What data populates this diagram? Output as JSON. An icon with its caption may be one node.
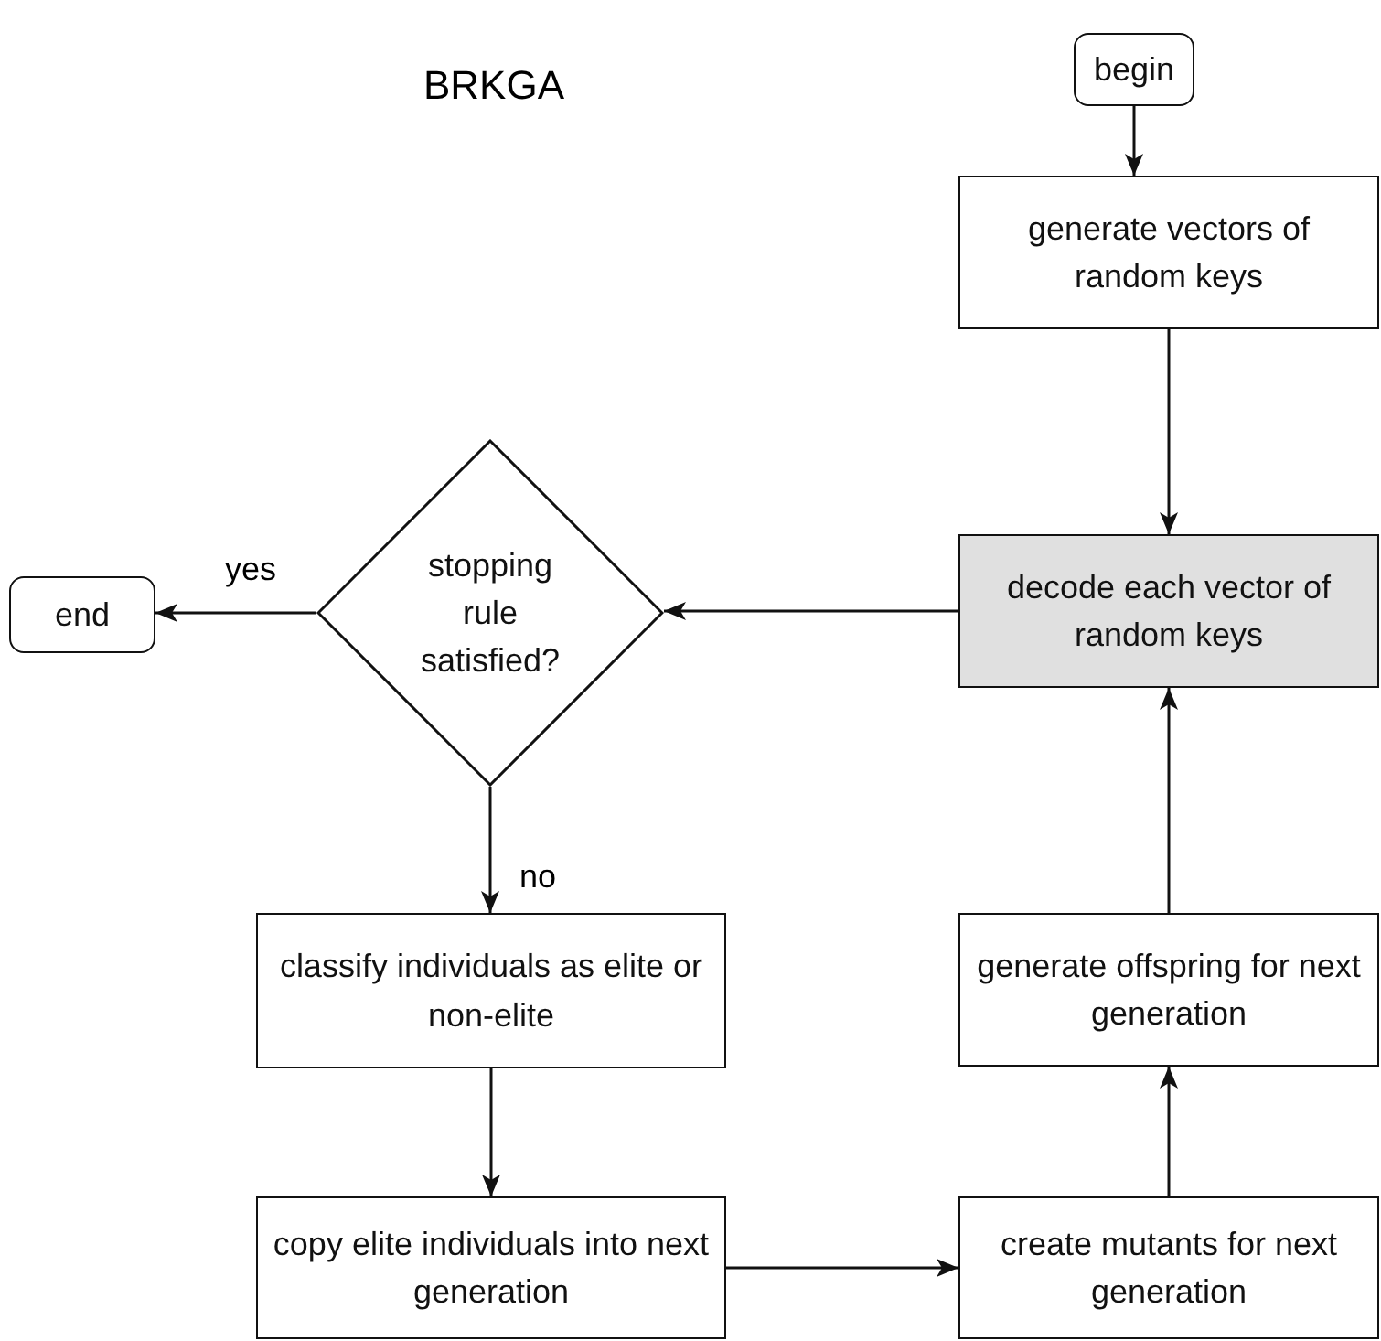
{
  "diagram": {
    "title": "BRKGA",
    "nodes": [
      {
        "text": [
          "begin"
        ]
      },
      {
        "text": [
          "generate vectors of random keys"
        ]
      },
      {
        "text": [
          "end"
        ]
      },
      {
        "text": [
          "stopping rule satisfied?"
        ]
      },
      {
        "text": [
          "decode each vector of random keys"
        ]
      },
      {
        "text": [
          "classify individuals as elite or non-elite"
        ]
      },
      {
        "text": [
          "generate offspring for next generation"
        ]
      },
      {
        "text": [
          "copy elite individuals into next generation"
        ]
      },
      {
        "text": [
          "create mutants for next generation"
        ]
      }
    ],
    "edges": [
      {
        "from": 0,
        "to": 1,
        "arrow": "to"
      },
      {
        "from": 1,
        "to": 4,
        "arrow": "to"
      },
      {
        "from": 4,
        "to": 3,
        "arrow": "to"
      },
      {
        "from": 3,
        "to": 2,
        "arrow": "to",
        "label": "yes"
      },
      {
        "from": 3,
        "to": 5,
        "arrow": "to",
        "label": "no"
      },
      {
        "from": 5,
        "to": 7,
        "arrow": "to"
      },
      {
        "from": 7,
        "to": 8,
        "arrow": "to"
      },
      {
        "from": 8,
        "to": 6,
        "arrow": "to"
      },
      {
        "from": 6,
        "to": 4,
        "arrow": "to"
      }
    ]
  }
}
